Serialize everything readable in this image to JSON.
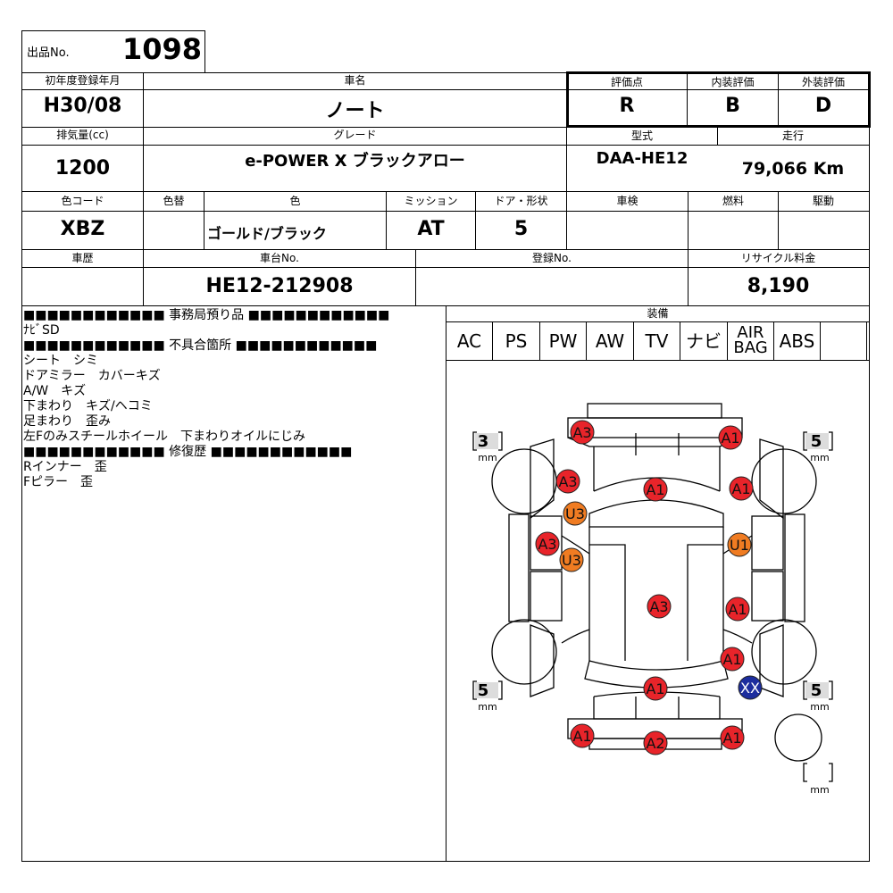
{
  "header": {
    "lot_label": "出品No.",
    "lot_number": "1098"
  },
  "labels": {
    "first_reg": "初年度登録年月",
    "car_name": "車名",
    "score": "評価点",
    "interior": "内装評価",
    "exterior": "外装評価",
    "displacement": "排気量(cc)",
    "grade": "グレード",
    "model_type": "型式",
    "mileage": "走行",
    "color_code": "色コード",
    "color_change": "色替",
    "color": "色",
    "mission": "ミッション",
    "doors": "ドア・形状",
    "inspection": "車検",
    "fuel": "燃料",
    "drive": "駆動",
    "history": "車歴",
    "chassis": "車台No.",
    "registration": "登録No.",
    "recycle": "リサイクル料金",
    "equipment": "装備"
  },
  "values": {
    "first_reg": "H30/08",
    "car_name": "ノート",
    "score": "R",
    "interior": "B",
    "exterior": "D",
    "displacement": "1200",
    "grade": "e-POWER X ブラックアロー",
    "model_type": "DAA-HE12",
    "mileage": "79,066 Km",
    "color_code": "XBZ",
    "color": "ゴールド/ブラック",
    "mission": "AT",
    "doors": "5",
    "chassis": "HE12-212908",
    "recycle": "8,190"
  },
  "notes": {
    "office_header": "■■■■■■■■■■■■ 事務局預り品 ■■■■■■■■■■■■",
    "office_items": [
      "ﾅﾋﾞSD"
    ],
    "defect_header": "■■■■■■■■■■■■ 不具合箇所 ■■■■■■■■■■■■",
    "defect_items": [
      "シート　シミ",
      "ドアミラー　カバーキズ",
      "A/W　キズ",
      "下まわり　キズ/ヘコミ",
      "足まわり　歪み",
      "左Fのみスチールホイール　下まわりオイルにじみ"
    ],
    "repair_header": "■■■■■■■■■■■■ 修復歴 ■■■■■■■■■■■■",
    "repair_items": [
      "Rインナー　歪",
      "Fピラー　歪"
    ]
  },
  "equipment": [
    "AC",
    "PS",
    "PW",
    "AW",
    "TV",
    "ナビ",
    "AIR BAG",
    "ABS",
    ""
  ],
  "tires": {
    "fl": "3",
    "fr": "5",
    "rl": "5",
    "rr": "5",
    "spare": "",
    "unit": "mm"
  },
  "marks": [
    {
      "code": "A3",
      "kind": "A"
    },
    {
      "code": "A1",
      "kind": "A"
    },
    {
      "code": "A3",
      "kind": "A"
    },
    {
      "code": "A1",
      "kind": "A"
    },
    {
      "code": "A1",
      "kind": "A"
    },
    {
      "code": "U3",
      "kind": "U"
    },
    {
      "code": "A3",
      "kind": "A"
    },
    {
      "code": "U1",
      "kind": "U"
    },
    {
      "code": "U3",
      "kind": "U"
    },
    {
      "code": "A3",
      "kind": "A"
    },
    {
      "code": "A1",
      "kind": "A"
    },
    {
      "code": "A1",
      "kind": "A"
    },
    {
      "code": "A1",
      "kind": "A"
    },
    {
      "code": "XX",
      "kind": "X"
    },
    {
      "code": "A1",
      "kind": "A"
    },
    {
      "code": "A2",
      "kind": "A"
    },
    {
      "code": "A1",
      "kind": "A"
    }
  ],
  "mark_colors": {
    "A": "#e8242a",
    "U": "#f07c22",
    "X": "#1c2d9e"
  }
}
